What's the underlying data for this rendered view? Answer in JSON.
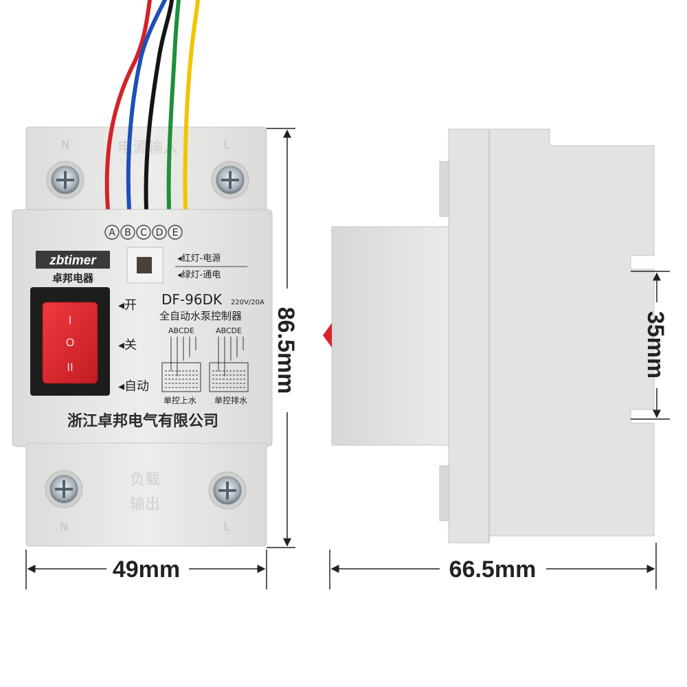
{
  "front": {
    "terminal_top_left": "N",
    "terminal_top_right": "L",
    "top_molded_text": "电源输入",
    "wire_labels": [
      "A",
      "B",
      "C",
      "D",
      "E"
    ],
    "brand": "zbtimer",
    "brand_cn": "卓邦电器",
    "led_red": "◂红灯-电源",
    "led_green": "◂绿灯-通电",
    "model": "DF-96DK",
    "rating": "220V/20A",
    "product_name": "全自动水泵控制器",
    "switch_on": "◂开",
    "switch_off": "◂关",
    "switch_auto": "◂自动",
    "switch_marks": [
      "I",
      "O",
      "II"
    ],
    "diagram_letters_1": "ABCDE",
    "diagram_letters_2": "ABCDE",
    "diagram_caption_1": "单控上水",
    "diagram_caption_2": "单控排水",
    "company": "浙江卓邦电气有限公司",
    "bottom_molded_text_1": "负载",
    "bottom_molded_text_2": "输出",
    "terminal_bottom_left": "N",
    "terminal_bottom_right": "L"
  },
  "dimensions": {
    "height": "86.5mm",
    "width": "49mm",
    "depth": "66.5mm",
    "rail": "35mm"
  },
  "colors": {
    "housing": "#e6e6e4",
    "switch_red": "#d9242b",
    "wire_red": "#d2232a",
    "wire_blue": "#1f4fb8",
    "wire_black": "#151515",
    "wire_green": "#1e8f3a",
    "wire_yellow": "#f2c400"
  }
}
